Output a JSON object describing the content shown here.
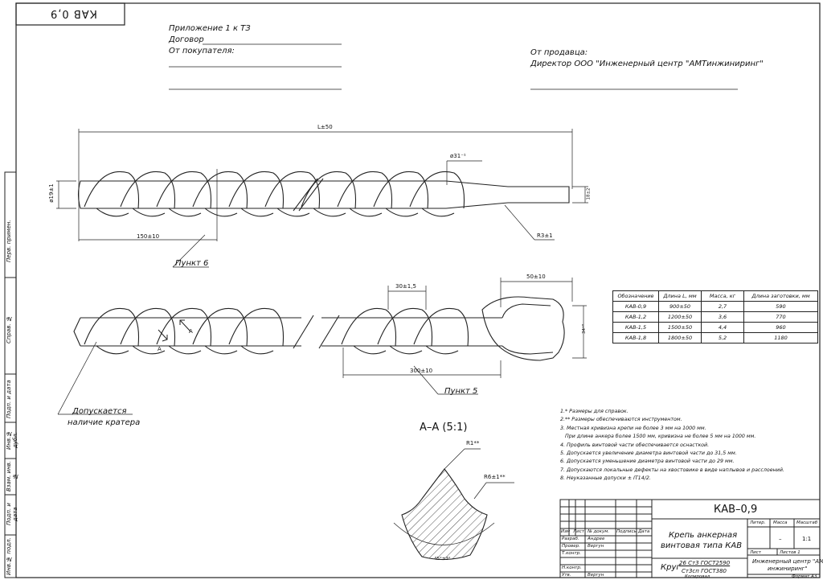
{
  "stamp": {
    "code": "КАВ 0,9"
  },
  "customer": {
    "appendix": "Приложение 1 к ТЗ",
    "contract_label": "Договор",
    "from_buyer": "От покупателя:"
  },
  "seller": {
    "from_seller": "От продавца:",
    "director": "Директор ООО \"Инженерный центр \"АМТинжиниринг\""
  },
  "dimensions": {
    "total_length": "L±50",
    "thread_diameter": "ø31⁻¹",
    "core_diameter": "ø19±1",
    "shank_size": "18±2",
    "radius": "R3±1",
    "lead_length": "150±10",
    "pitch": "30±1,5",
    "end_length": "50±10",
    "end_height": "34⁺⁸",
    "mid_length": "300±10",
    "section_mark": "А"
  },
  "callouts": {
    "point6": "Пункт 6",
    "point5": "Пункт 5",
    "crater_line1": "Допускается",
    "crater_line2": "наличие кратера"
  },
  "section": {
    "title": "А–А (5:1)",
    "r1": "R1**",
    "r6": "R6±1**",
    "angle": "45°±3°"
  },
  "spec_table": {
    "headers": [
      "Обозначение",
      "Длина L, мм",
      "Масса, кг",
      "Длина заготовки, мм"
    ],
    "rows": [
      [
        "КАВ-0,9",
        "900±50",
        "2,7",
        "590"
      ],
      [
        "КАВ-1,2",
        "1200±50",
        "3,6",
        "770"
      ],
      [
        "КАВ-1,5",
        "1500±50",
        "4,4",
        "960"
      ],
      [
        "КАВ-1,8",
        "1800±50",
        "5,2",
        "1180"
      ]
    ]
  },
  "notes": [
    "1.* Размеры для справок.",
    "2.** Размеры обеспечиваются инструментом.",
    "3. Местная кривизна крепи не более 3 мм на 1000 мм.",
    "   При длине анкера более 1500 мм, кривизна не более 5 мм на 1000 мм.",
    "4. Профиль винтовой части обеспечивается оснасткой.",
    "5. Допускается увеличение диаметра винтовой части до 31,5 мм.",
    "6. Допускается уменьшение диаметра винтовой части до 29 мм.",
    "7. Допускаются локальные дефекты на хвостовике в виде наплывов и расслоений.",
    "8. Неуказанные допуски ± IT14/2."
  ],
  "title_block": {
    "code": "КАВ–0,9",
    "name_line1": "Крепь анкерная",
    "name_line2": "винтовая типа КАВ",
    "material_prefix": "Круг",
    "material_line1": "26 Ст3 ГОСТ2590",
    "material_line2": "Ст3сп ГОСТ380",
    "material_line3": "Копировал",
    "lit": "Литер.",
    "mass": "Масса",
    "scale": "Масштаб",
    "mass_value": "–",
    "scale_value": "1:1",
    "sheet": "Лист",
    "sheets": "Листов 1",
    "org_line1": "Инженерный центр \"АМТ",
    "org_line2": "инжиниринг\"",
    "format": "Формат А3",
    "col_izm": "Изм",
    "col_list": "Лист",
    "col_doc": "№ докум.",
    "col_sign": "Подпись",
    "col_date": "Дата",
    "razrab": "Разраб.",
    "razrab_name": "Андрее",
    "prover": "Провер.",
    "prover_name": "Вергун",
    "tkontr": "Т.контр.",
    "nkontr": "Н.контр.",
    "utv": "Утв.",
    "utv_name": "Вергун"
  },
  "side_block": {
    "perv": "Перв. примен.",
    "sprav": "Справ. №",
    "podp_data1": "Подп. и дата",
    "inv_dubl": "Инв.№ дубл.",
    "vzam": "Взам. инв.№",
    "podp_data2": "Подп. и дата",
    "inv_podl": "Инв.№ подл."
  }
}
